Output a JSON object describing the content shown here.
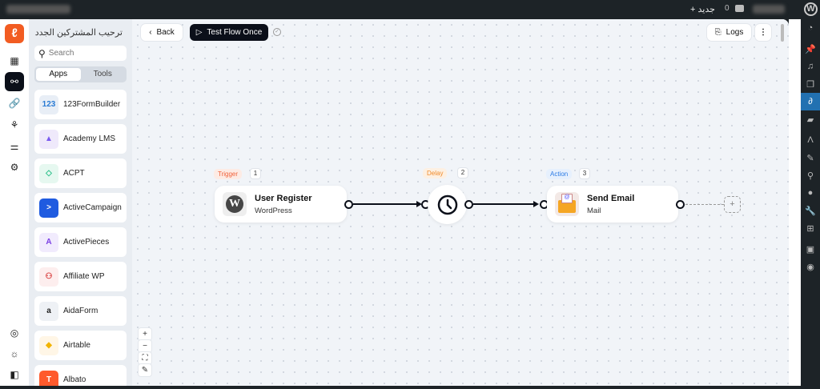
{
  "adminbar": {
    "new_label": "جديد",
    "comments_count": "0"
  },
  "rail": {
    "items": [
      "dashboard-icon",
      "flows-icon",
      "links-icon",
      "webhook-icon",
      "settings-sliders-icon",
      "gear-icon"
    ],
    "bottom": [
      "support-icon",
      "theme-icon",
      "collapse-icon"
    ]
  },
  "panel": {
    "title": "ترحيب المشتركين الجدد",
    "search_placeholder": "Search",
    "tabs": [
      "Apps",
      "Tools"
    ],
    "apps": [
      {
        "name": "123FormBuilder",
        "color": "#e8eef6",
        "glyph": "123",
        "fg": "#2a7bd4"
      },
      {
        "name": "Academy LMS",
        "color": "#efe9fb",
        "glyph": "▲",
        "fg": "#7a5af0"
      },
      {
        "name": "ACPT",
        "color": "#e6f8f0",
        "glyph": "◇",
        "fg": "#2bc08a"
      },
      {
        "name": "ActiveCampaign",
        "color": "#1f5be0",
        "glyph": ">",
        "fg": "#ffffff"
      },
      {
        "name": "ActivePieces",
        "color": "#f1ebfd",
        "glyph": "A",
        "fg": "#7b3fe4"
      },
      {
        "name": "Affiliate WP",
        "color": "#fdeeee",
        "glyph": "⚇",
        "fg": "#d83b3b"
      },
      {
        "name": "AidaForm",
        "color": "#eef1f5",
        "glyph": "a",
        "fg": "#222222"
      },
      {
        "name": "Airtable",
        "color": "#fff6e6",
        "glyph": "◆",
        "fg": "#f2b400"
      },
      {
        "name": "Albato",
        "color": "#ff5a2c",
        "glyph": "T",
        "fg": "#ffffff"
      }
    ]
  },
  "toolbar": {
    "back_label": "Back",
    "test_label": "Test Flow Once",
    "logs_label": "Logs"
  },
  "flow": {
    "nodes": [
      {
        "badge": "Trigger",
        "step": "1",
        "title": "User Register",
        "subtitle": "WordPress"
      },
      {
        "badge": "Delay",
        "step": "2"
      },
      {
        "badge": "Action",
        "step": "3",
        "title": "Send Email",
        "subtitle": "Mail"
      }
    ]
  },
  "zoom_controls": [
    "+",
    "−",
    "⛶",
    "✎"
  ],
  "colors": {
    "accent": "#f25c22",
    "dark": "#0b0f19",
    "trigger": "#f0613a",
    "delay": "#f08a2a",
    "action": "#2b7be4"
  }
}
